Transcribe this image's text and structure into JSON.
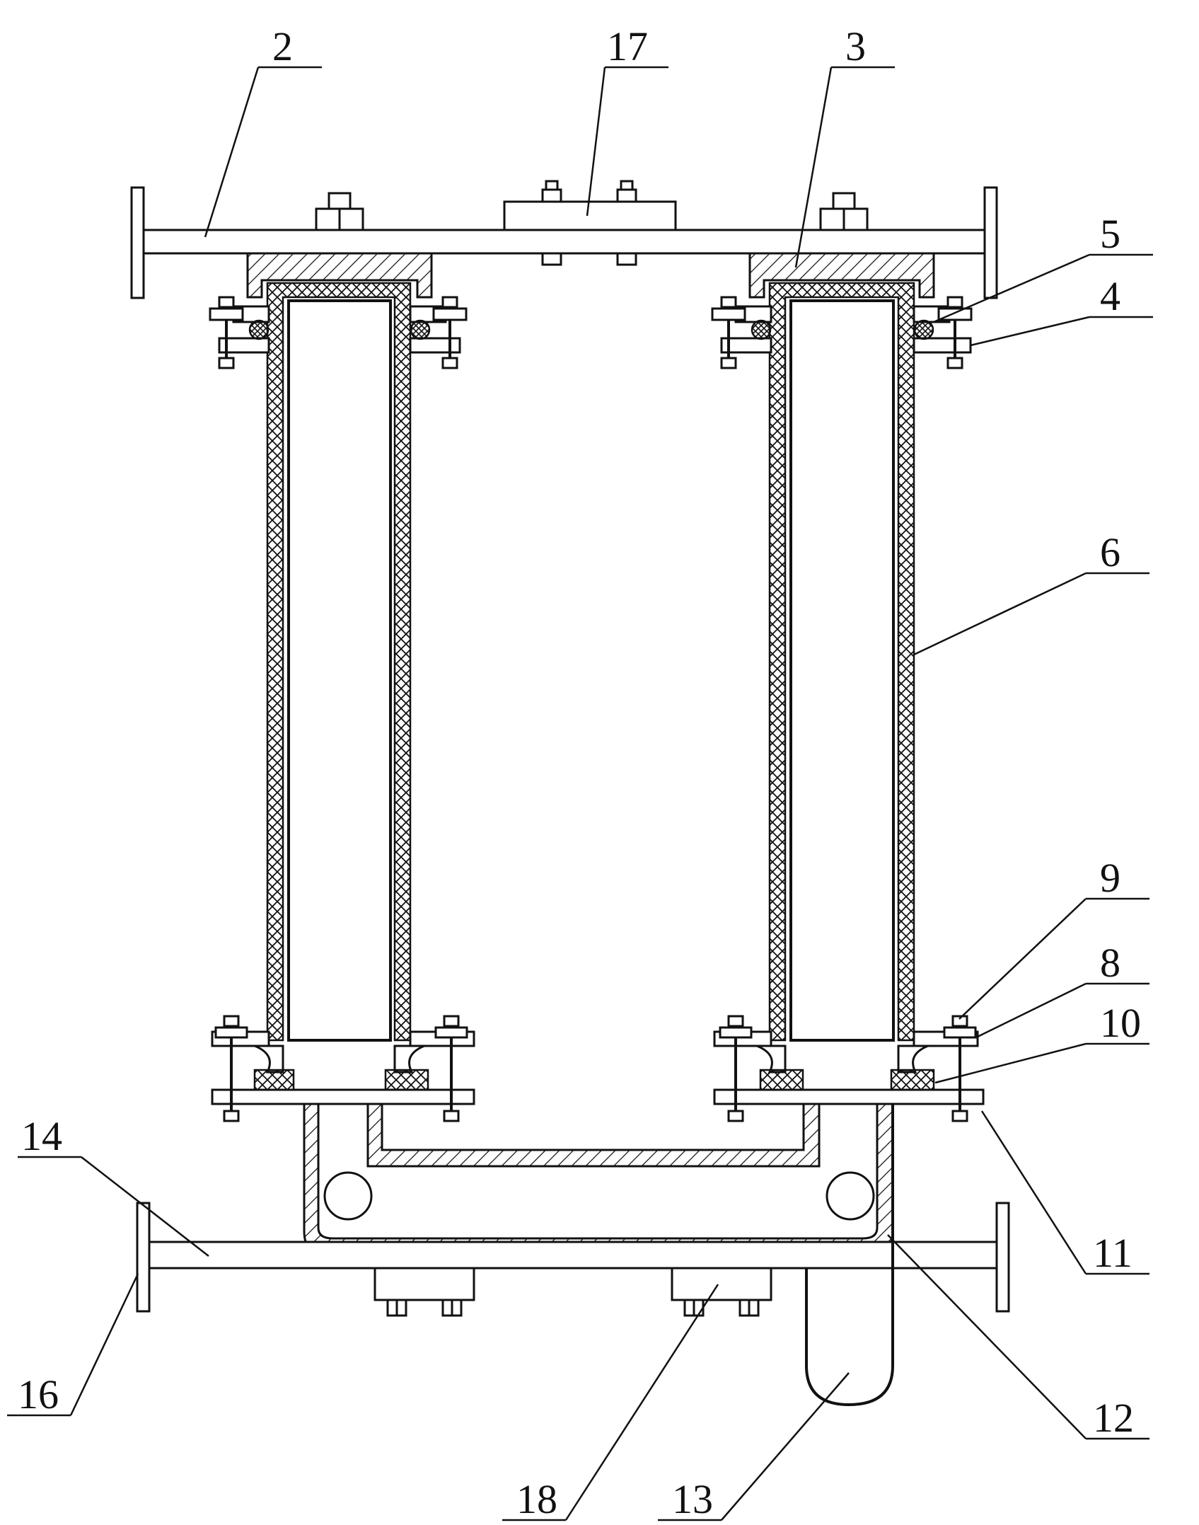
{
  "figure": {
    "labels": {
      "l2": "2",
      "l17": "17",
      "l3": "3",
      "l5": "5",
      "l4": "4",
      "l6": "6",
      "l9": "9",
      "l8": "8",
      "l10": "10",
      "l14": "14",
      "l11": "11",
      "l16": "16",
      "l12": "12",
      "l18": "18",
      "l13": "13"
    }
  }
}
